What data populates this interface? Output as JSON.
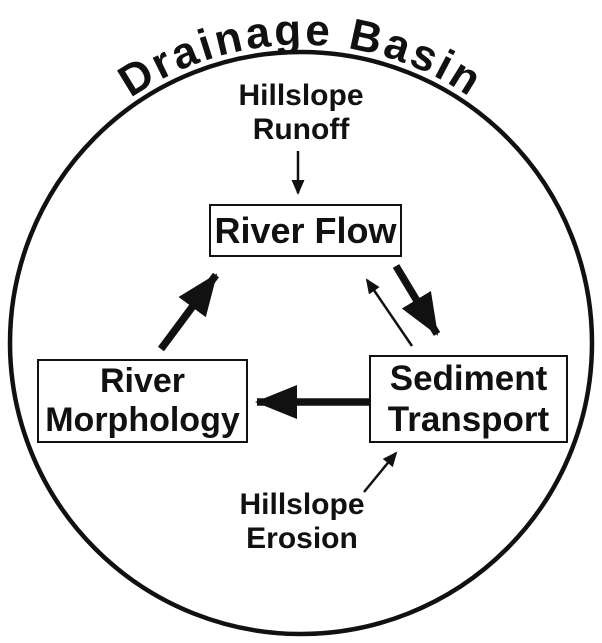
{
  "title": "Drainage Basin",
  "colors": {
    "ink": "#111111",
    "background": "#ffffff"
  },
  "nodes": {
    "river_flow": {
      "label": "River Flow"
    },
    "river_morphology": {
      "line1": "River",
      "line2": "Morphology"
    },
    "sediment_transport": {
      "line1": "Sediment",
      "line2": "Transport"
    }
  },
  "inputs": {
    "hillslope_runoff": {
      "line1": "Hillslope",
      "line2": "Runoff"
    },
    "hillslope_erosion": {
      "line1": "Hillslope",
      "line2": "Erosion"
    }
  },
  "flows": [
    {
      "from": "Hillslope Runoff",
      "to": "River Flow",
      "weight": "thin"
    },
    {
      "from": "River Flow",
      "to": "Sediment Transport",
      "weight": "thick"
    },
    {
      "from": "Sediment Transport",
      "to": "River Flow",
      "weight": "thin"
    },
    {
      "from": "Sediment Transport",
      "to": "River Morphology",
      "weight": "thick"
    },
    {
      "from": "River Morphology",
      "to": "River Flow",
      "weight": "thick"
    },
    {
      "from": "Hillslope Erosion",
      "to": "Sediment Transport",
      "weight": "thin"
    }
  ]
}
